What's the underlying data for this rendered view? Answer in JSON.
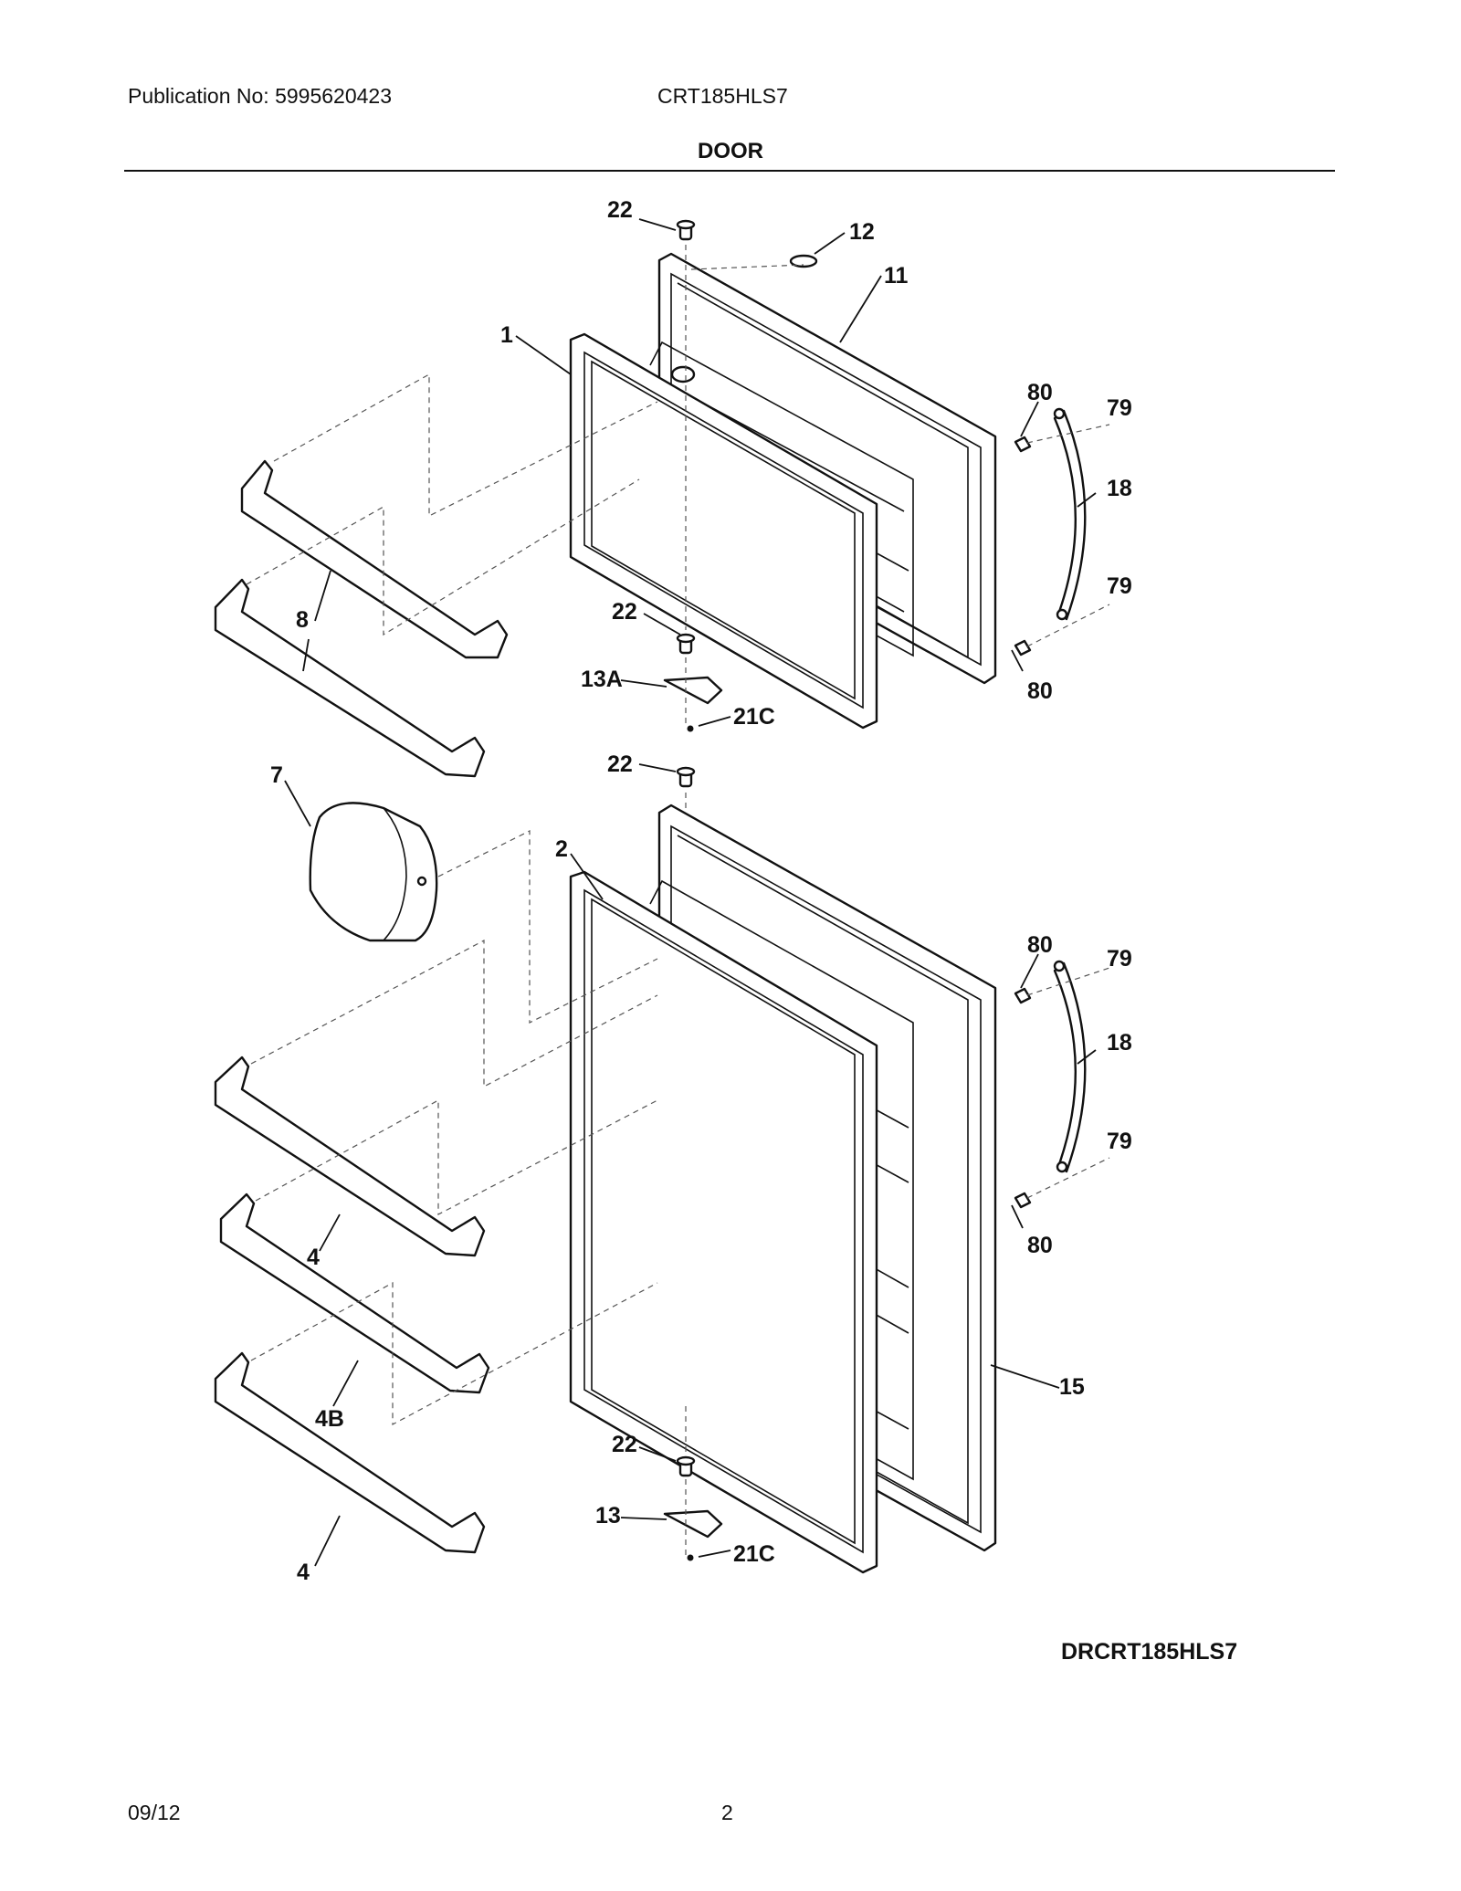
{
  "header": {
    "publication": "Publication No: 5995620423",
    "model": "CRT185HLS7"
  },
  "section_title": "DOOR",
  "diagram_code": "DRCRT185HLS7",
  "footer": {
    "date": "09/12",
    "page": "2"
  },
  "callouts": {
    "c22_a": "22",
    "c12": "12",
    "c11": "11",
    "c1": "1",
    "c80_a": "80",
    "c79_a": "79",
    "c18_a": "18",
    "c79_b": "79",
    "c80_b": "80",
    "c8": "8",
    "c22_b": "22",
    "c13a": "13A",
    "c21c_a": "21C",
    "c22_c": "22",
    "c7": "7",
    "c2": "2",
    "c80_c": "80",
    "c79_c": "79",
    "c18_b": "18",
    "c79_d": "79",
    "c80_d": "80",
    "c4_a": "4",
    "c4b": "4B",
    "c15": "15",
    "c22_d": "22",
    "c13": "13",
    "c21c_b": "21C",
    "c4_b": "4"
  }
}
